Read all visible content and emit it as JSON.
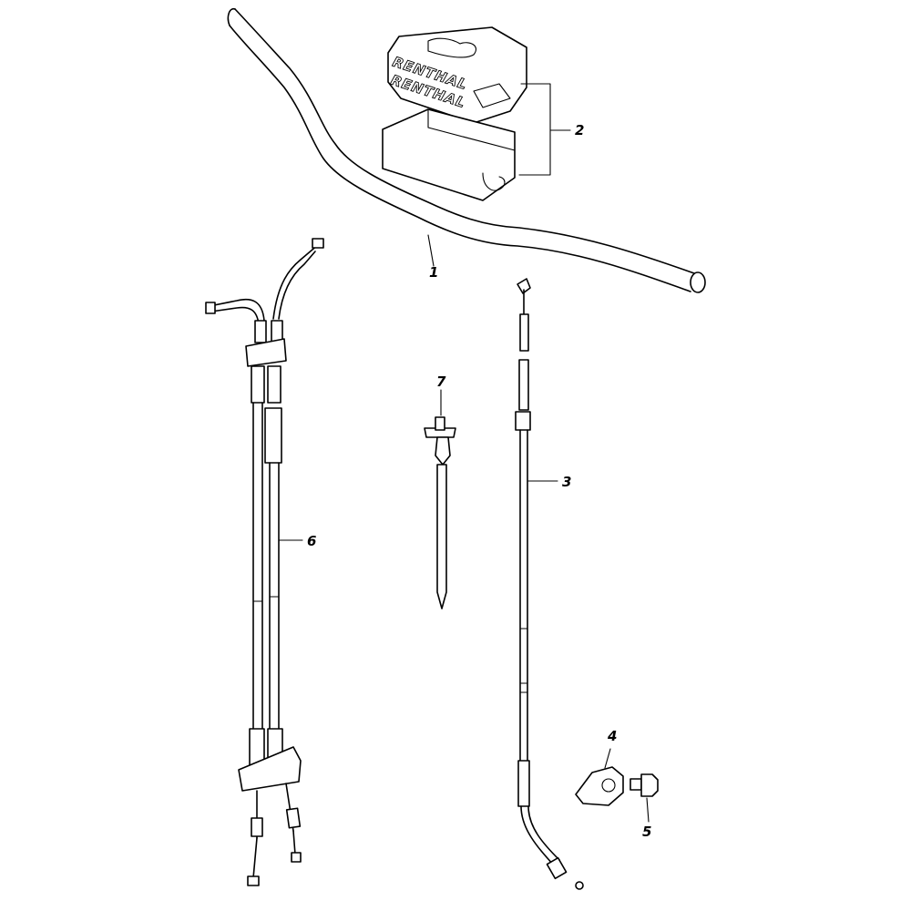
{
  "parts": [
    {
      "callout": "1"
    },
    {
      "callout": "2"
    },
    {
      "callout": "3"
    },
    {
      "callout": "4"
    },
    {
      "callout": "5"
    },
    {
      "callout": "6"
    },
    {
      "callout": "7"
    }
  ],
  "brand": {
    "text_top": "RENTHAL",
    "text_bottom": "RENTHAL"
  }
}
